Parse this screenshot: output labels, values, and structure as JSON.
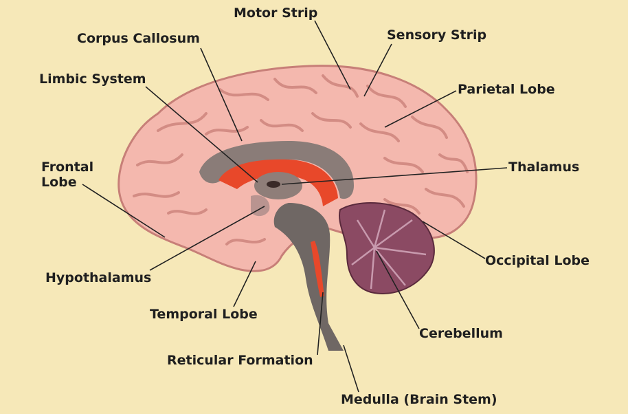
{
  "colors": {
    "background": "#f6e8b8",
    "cortex": "#f4b8ae",
    "cortex_outline": "#c77f78",
    "limbic": "#e8482a",
    "corpus_callosum": "#8a7c78",
    "brainstem": "#6f6764",
    "cerebellum": "#8b4a63",
    "leader_line": "#222222"
  },
  "labels": {
    "motor_strip": "Motor Strip",
    "sensory_strip": "Sensory Strip",
    "corpus_callosum": "Corpus Callosum",
    "parietal_lobe": "Parietal Lobe",
    "limbic_system": "Limbic System",
    "thalamus": "Thalamus",
    "frontal_lobe": "Frontal Lobe",
    "occipital_lobe": "Occipital Lobe",
    "hypothalamus": "Hypothalamus",
    "temporal_lobe": "Temporal Lobe",
    "cerebellum": "Cerebellum",
    "reticular_formation": "Reticular Formation",
    "medulla": "Medulla (Brain Stem)"
  }
}
